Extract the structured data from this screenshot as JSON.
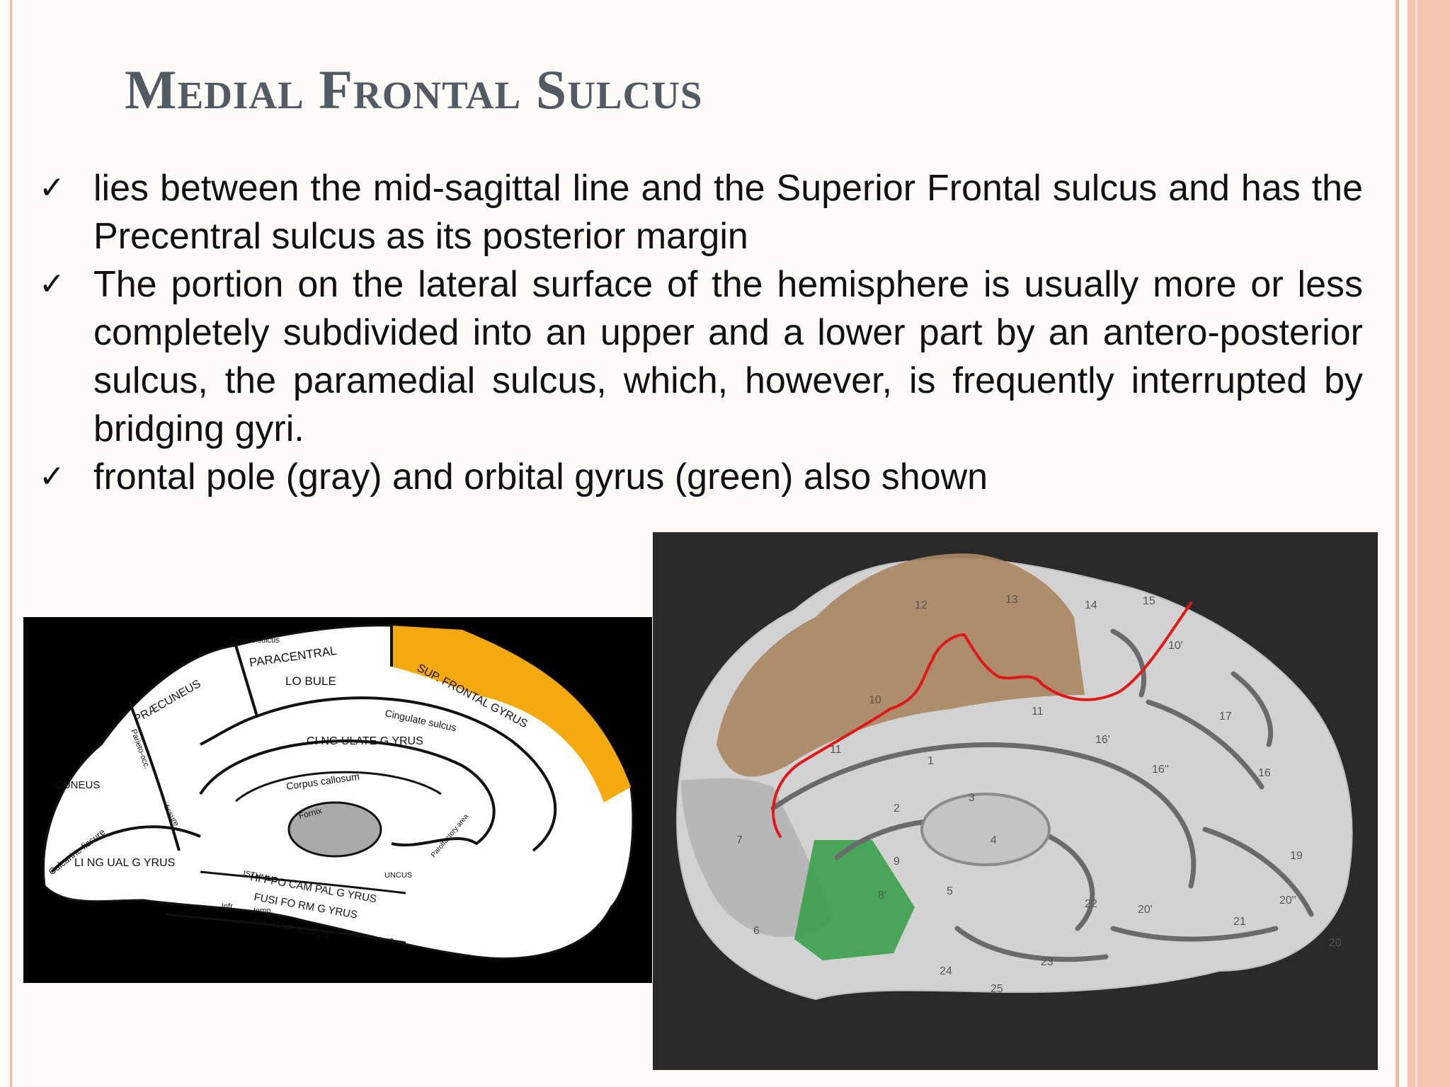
{
  "slide": {
    "title": "Medial Frontal Sulcus",
    "bullets": [
      "lies between the mid-sagittal line and the Superior Frontal sulcus and has the Precentral sulcus as its posterior margin",
      "The portion on the lateral surface of the hemisphere is usually more or less completely subdivided into an upper and a lower part by an antero-posterior sulcus, the paramedial sulcus, which, however, is frequently interrupted by bridging gyri.",
      "frontal pole (gray) and orbital gyrus (green) also shown"
    ],
    "bullet_icon": "checkmark-icon"
  },
  "diagram_labels": {
    "central_sulcus": "Central sulcus",
    "paracentral": "PARACENTRAL",
    "lobule": "LO BULE",
    "precuneus": "PRÆCUNEUS",
    "parieto_occ": "Parieto-occ.",
    "fissure": "fissure",
    "sup_frontal_gyrus": "SUP. FRONTAL GYRUS",
    "cingulate_sulcus": "Cingulate sulcus",
    "cingulate_gyrus": "CI NG ULATE G YRUS",
    "corpus_callosum": "Corpus callosum",
    "fornix": "Fornix",
    "cuneus": "CUNEUS",
    "calcarine_fissure": "Calcarine fissure",
    "lingual_gyrus": "LI NG UAL G YRUS",
    "hippocampal_gyrus": "HI PPO CAM PAL G YRUS",
    "uncus": "UNCUS",
    "parolfactory": "Parolfactory area",
    "fusiform_gyrus": "FUSI FO RM G YRUS",
    "infr": "Infr",
    "inf_temp_gyrus": "INF. TEMP. G YRUS",
    "temp": "temp.",
    "sulcus": "sulcus",
    "isthmus": "ISTHMUS"
  },
  "photo_labels": [
    "12",
    "13",
    "14",
    "15",
    "10'",
    "10",
    "11",
    "11",
    "17",
    "16'",
    "16''",
    "16",
    "1",
    "2",
    "3",
    "4",
    "7",
    "9",
    "8'",
    "6",
    "5",
    "19",
    "22",
    "20'",
    "20''",
    "20",
    "21",
    "23",
    "24",
    "25"
  ],
  "colors": {
    "frontal_pole": "#b7b7b7",
    "orbital_gyrus": "#3aa04a",
    "superior_frontal": "#b08a62",
    "sulcus_trace": "#e01818",
    "sup_frontal_gyrus_diagram": "#f4a90f"
  }
}
